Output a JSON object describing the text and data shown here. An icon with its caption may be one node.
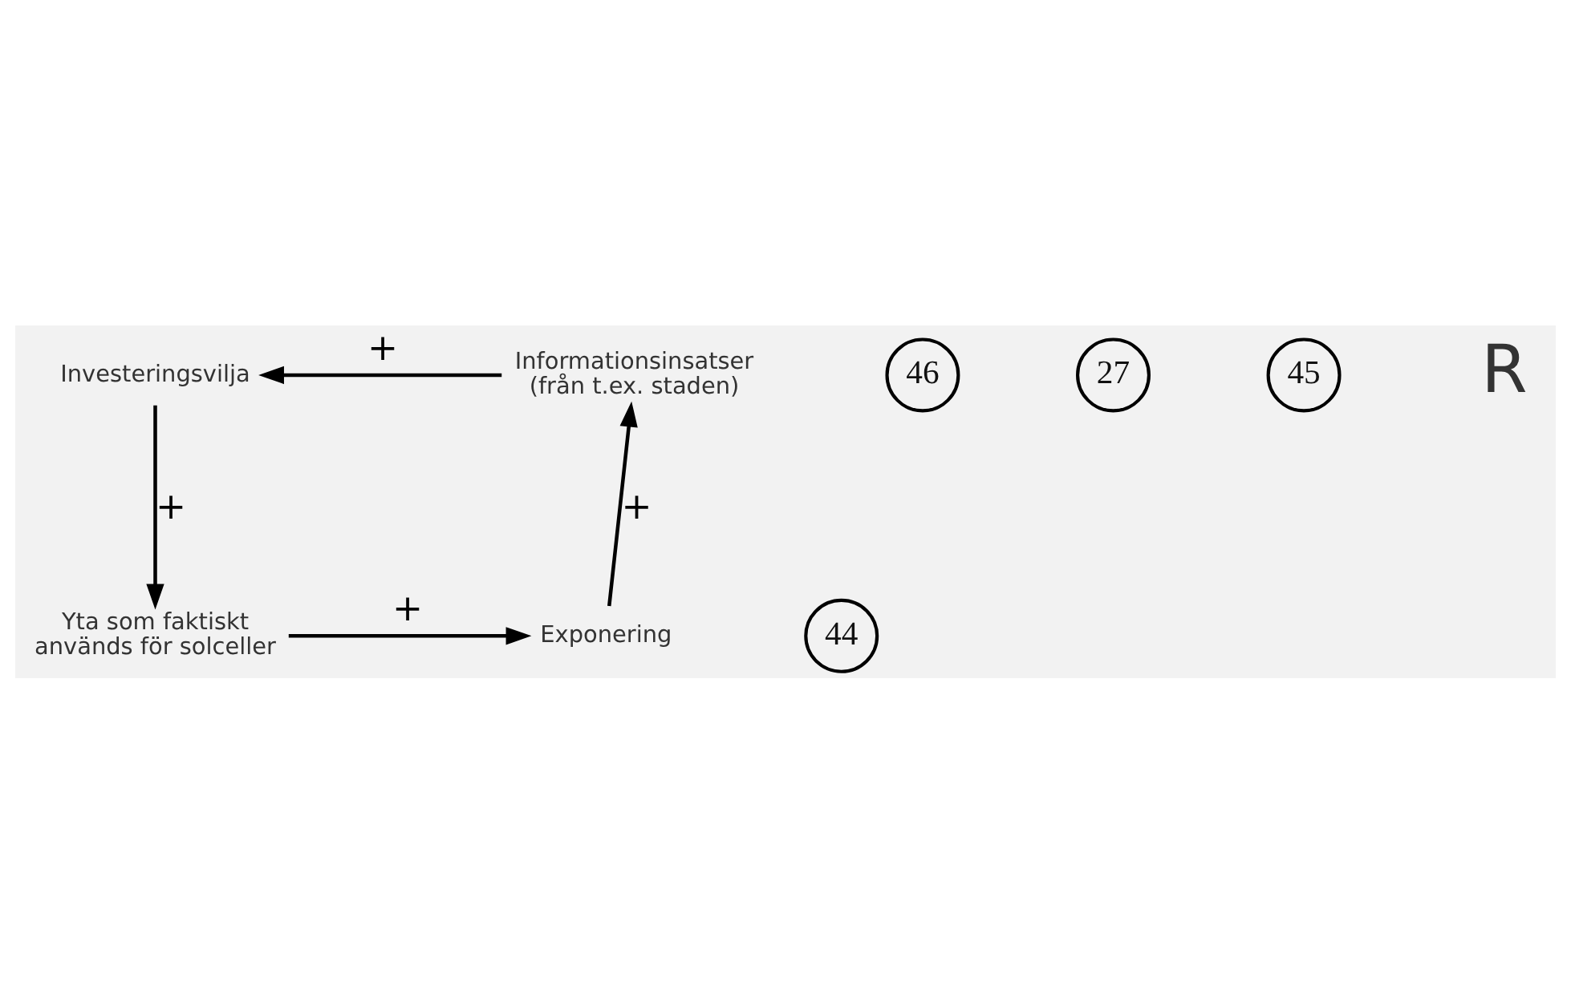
{
  "diagram": {
    "nodes": [
      {
        "text": [
          "Investeringsvilja"
        ]
      },
      {
        "text": [
          "46"
        ]
      },
      {
        "text": [
          "27"
        ]
      },
      {
        "text": [
          "Informationsinsatser (från t.ex. staden)"
        ]
      },
      {
        "text": [
          "45"
        ]
      },
      {
        "text": [
          "Yta som faktiskt används för solceller"
        ]
      },
      {
        "text": [
          "Exponering"
        ]
      },
      {
        "text": [
          "44"
        ]
      }
    ],
    "edges": [
      {
        "from": 0,
        "to": 5,
        "arrow": "to",
        "label": "+"
      },
      {
        "from": 5,
        "to": 6,
        "arrow": "to",
        "label": "+"
      },
      {
        "from": 6,
        "to": 3,
        "arrow": "to",
        "label": "+"
      },
      {
        "from": 3,
        "to": 0,
        "arrow": "to",
        "label": "+"
      }
    ],
    "labels": [
      "R"
    ]
  }
}
